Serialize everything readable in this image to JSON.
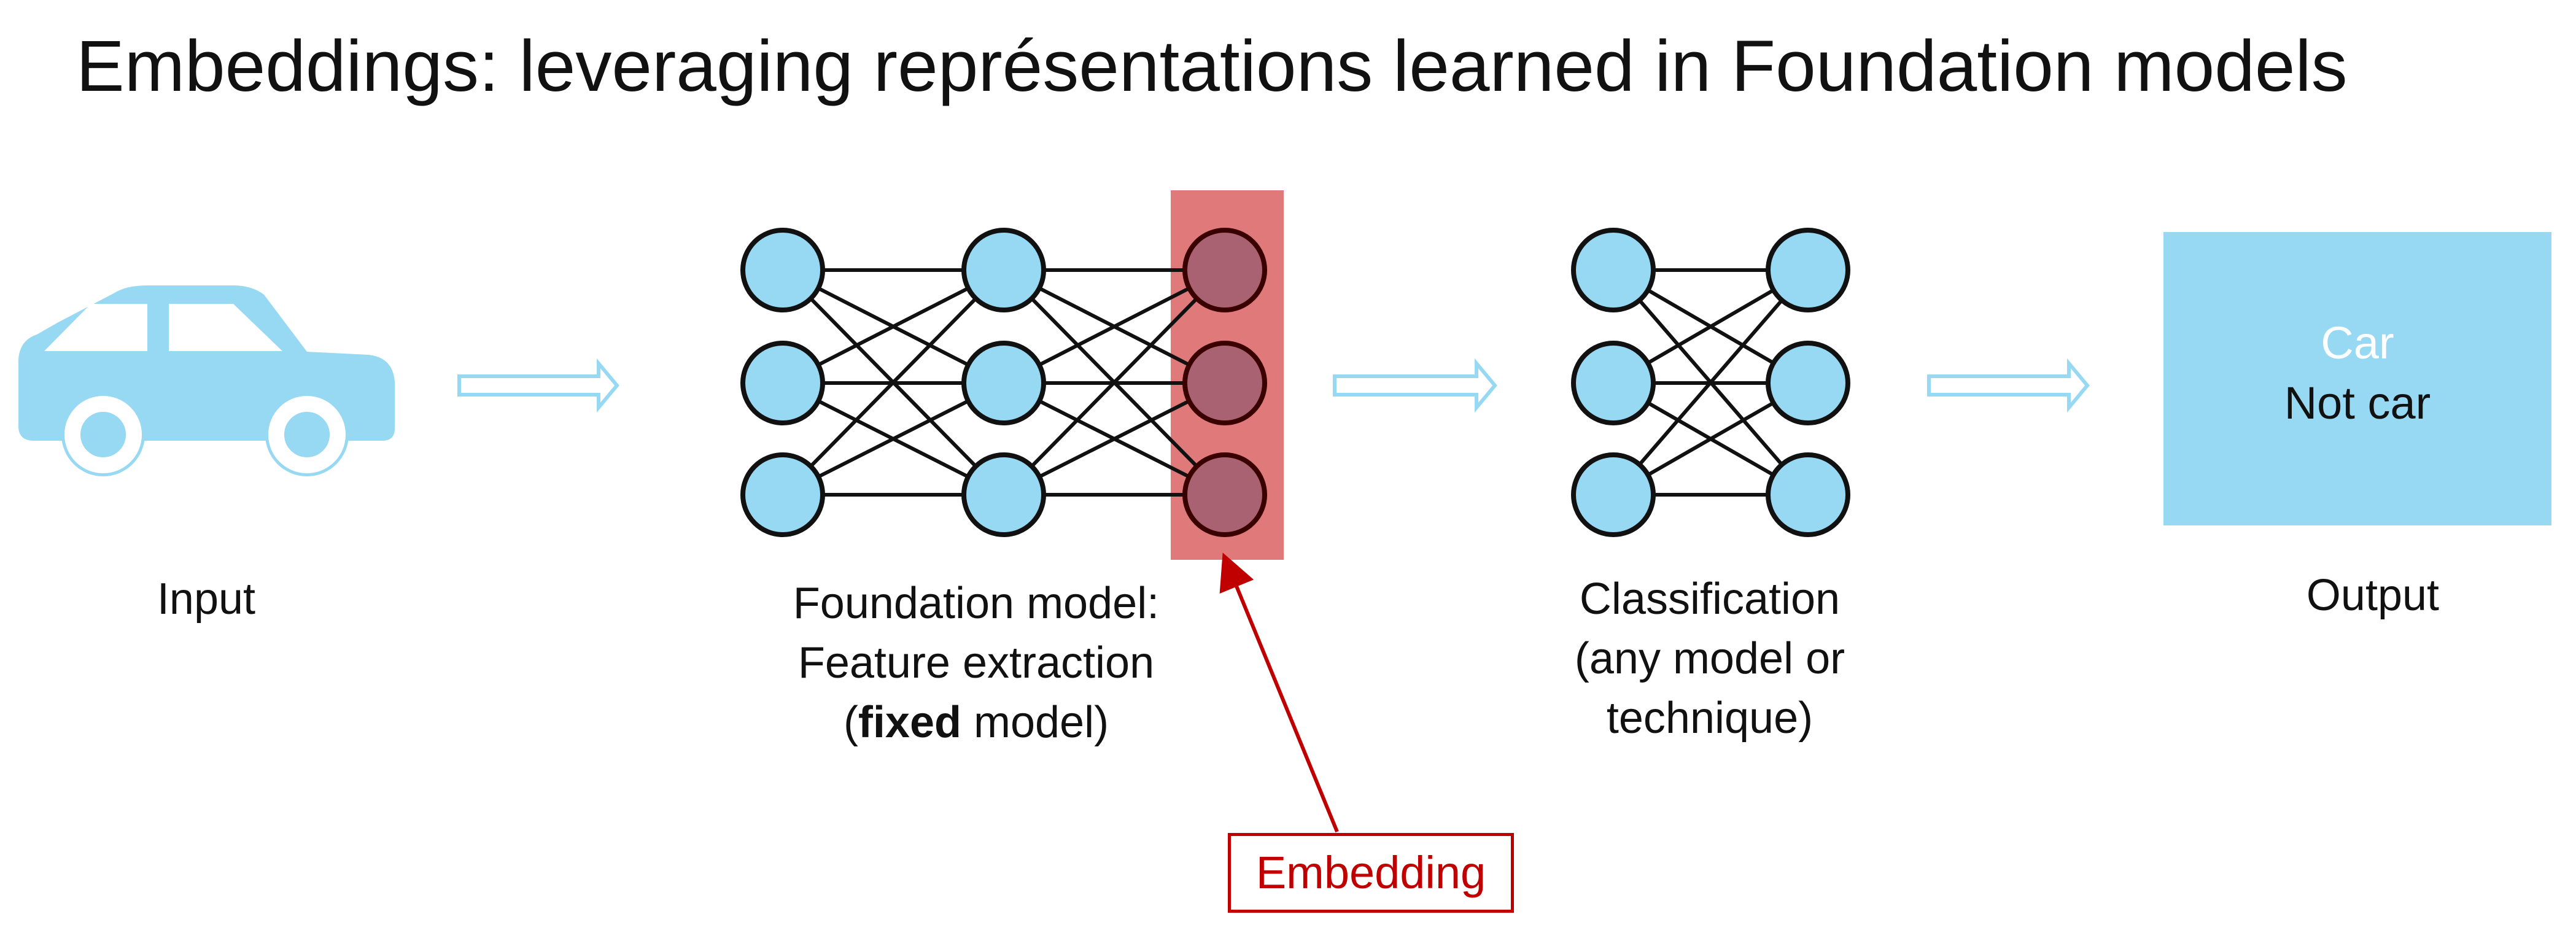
{
  "title": "Embeddings: leveraging représentations learned in Foundation models",
  "input_label": "Input",
  "foundation": {
    "line1": "Foundation model:",
    "line2": "Feature extraction",
    "line3_pre": "(",
    "line3_bold": "fixed",
    "line3_post": " model)"
  },
  "classification": {
    "line1": "Classification",
    "line2": "(any model or",
    "line3": "technique)"
  },
  "output": {
    "label": "Output",
    "class_1": "Car",
    "class_2": "Not car"
  },
  "embedding_label": "Embedding",
  "colors": {
    "node_fill": "#97d8f3",
    "highlight": "#e07a7a",
    "embedding_node": "#a86272",
    "accent_red": "#c00000",
    "car": "#97d8f3"
  },
  "icons": {
    "input": "car-icon"
  }
}
